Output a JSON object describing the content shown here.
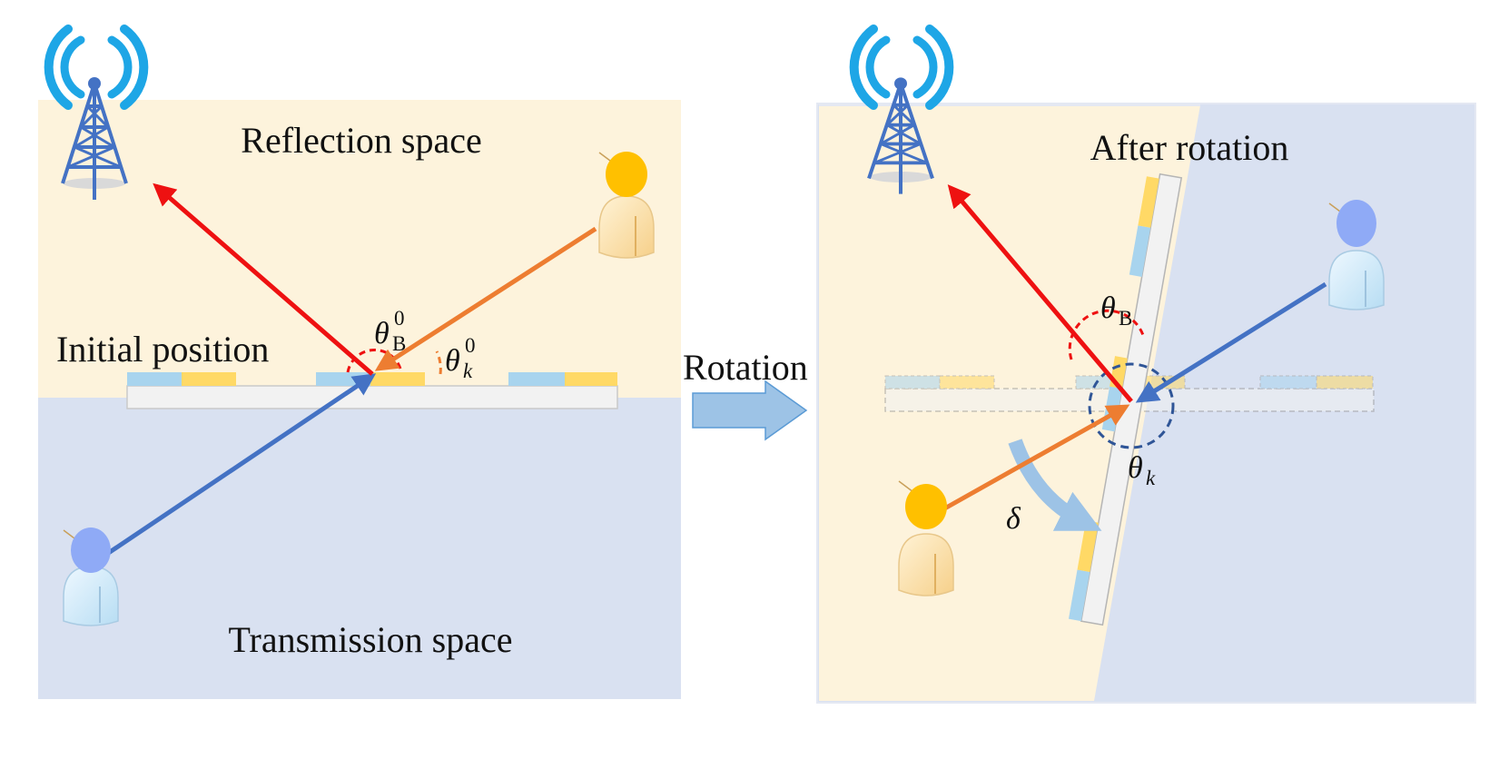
{
  "colors": {
    "reflection_space": "#fdf3dc",
    "transmission_space": "#d9e1f1",
    "reflected_ray": "#ee1111",
    "user_ray_orange": "#ed7d31",
    "user_ray_blue": "#4472c4",
    "antenna": "#4472c4",
    "signal_waves": "#1ea6e6",
    "element_blue": "#a8d4ee",
    "element_yellow": "#ffd966",
    "rotation_arrow": "#9dc3e6",
    "user_orange_head": "#ffc000",
    "user_blue_head": "#8faaf6"
  },
  "left_panel": {
    "reflection_label": "Reflection space",
    "transmission_label": "Transmission space",
    "position_label": "Initial position",
    "theta_b": {
      "symbol": "θ",
      "subscript": "B",
      "superscript": "0"
    },
    "theta_k": {
      "symbol": "θ",
      "subscript": "k",
      "superscript": "0"
    }
  },
  "middle": {
    "rotation_label": "Rotation"
  },
  "right_panel": {
    "position_label": "After rotation",
    "theta_b": {
      "symbol": "θ",
      "subscript": "B"
    },
    "theta_k": {
      "symbol": "θ",
      "subscript": "k"
    },
    "delta": "δ"
  },
  "icons": [
    "antenna-tower-icon",
    "signal-waves-icon",
    "user-orange-icon",
    "user-blue-icon",
    "rotation-arrow-icon"
  ]
}
